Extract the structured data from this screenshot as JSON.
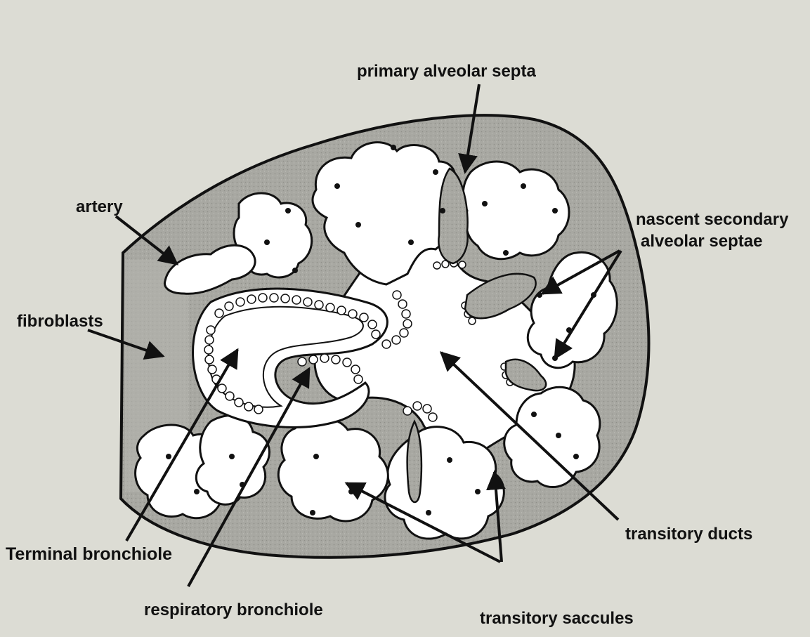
{
  "diagram": {
    "labels": {
      "primary_septa": "primary alveolar septa",
      "artery": "artery",
      "nascent_line1": "nascent secondary",
      "nascent_line2": "alveolar septae",
      "fibroblasts": "fibroblasts",
      "terminal_bronchiole": "Terminal bronchiole",
      "respiratory_bronchiole": "respiratory bronchiole",
      "transitory_saccules": "transitory saccules",
      "transitory_ducts": "transitory ducts"
    },
    "colors": {
      "background": "#dcdcd4",
      "tissue": "#a8a8a2",
      "outline": "#111111",
      "lumen": "#ffffff"
    }
  }
}
